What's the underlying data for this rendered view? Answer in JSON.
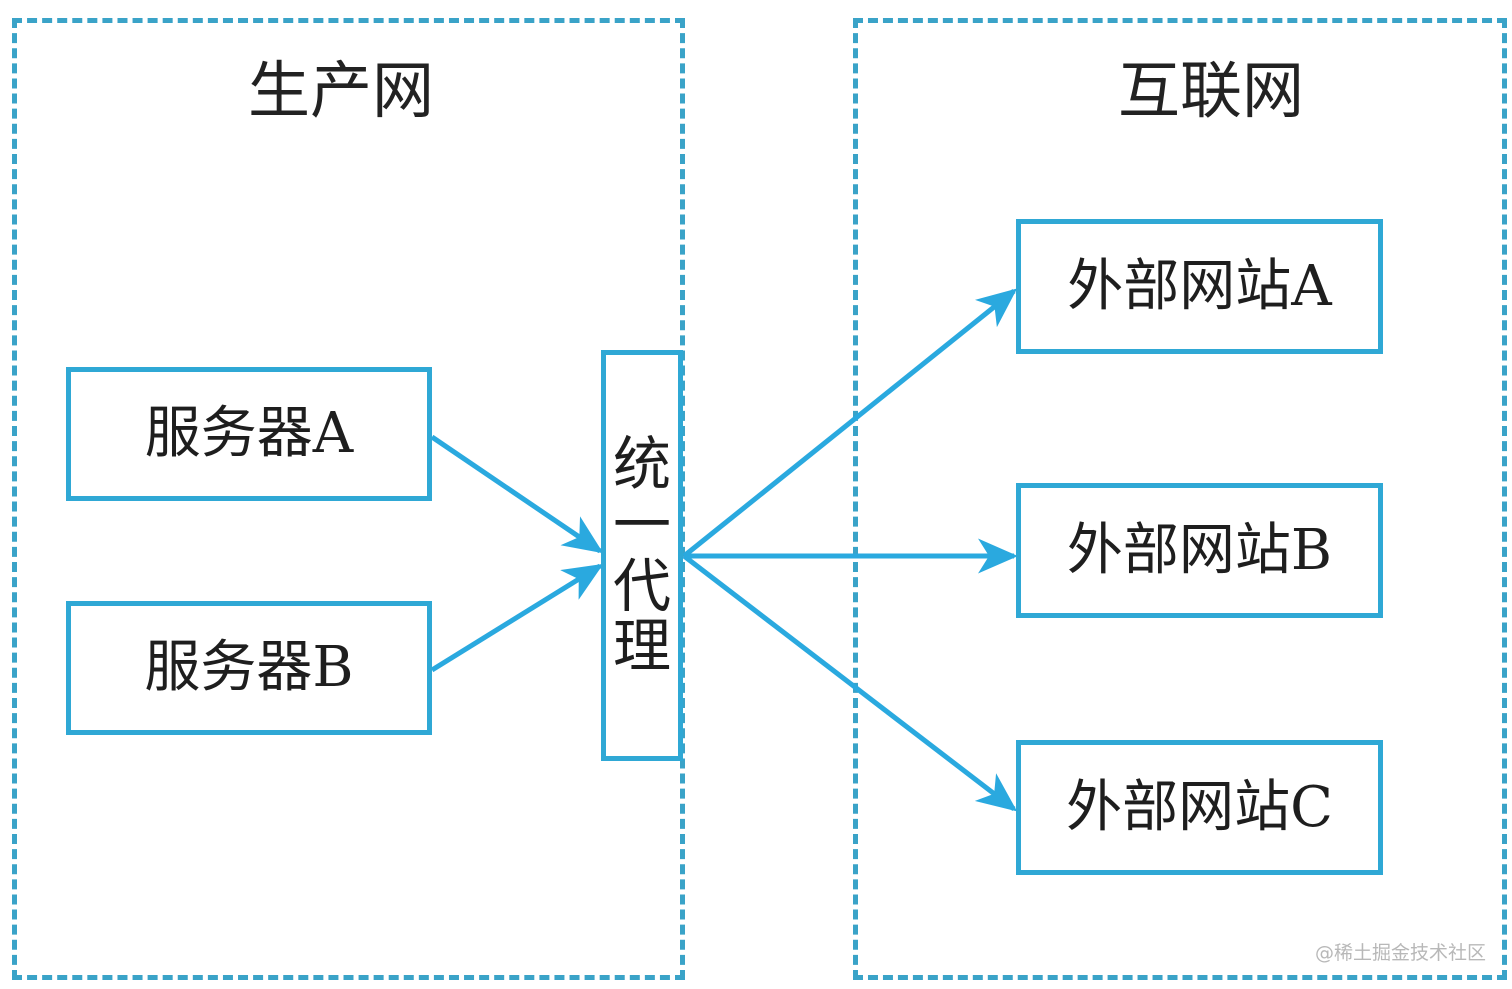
{
  "zones": {
    "production": {
      "title": "生产网"
    },
    "internet": {
      "title": "互联网"
    }
  },
  "nodes": {
    "server_a": "服务器A",
    "server_b": "服务器B",
    "proxy": [
      "统",
      "一",
      "代",
      "理"
    ],
    "site_a": "外部网站A",
    "site_b": "外部网站B",
    "site_c": "外部网站C"
  },
  "edges": [
    {
      "from": "server_a",
      "to": "proxy"
    },
    {
      "from": "server_b",
      "to": "proxy"
    },
    {
      "from": "proxy",
      "to": "site_a"
    },
    {
      "from": "proxy",
      "to": "site_b"
    },
    {
      "from": "proxy",
      "to": "site_c"
    }
  ],
  "colors": {
    "zone_border": "#3aa3c8",
    "node_border": "#2fa8d5",
    "arrow": "#2aa9df"
  },
  "watermark": "@稀土掘金技术社区"
}
